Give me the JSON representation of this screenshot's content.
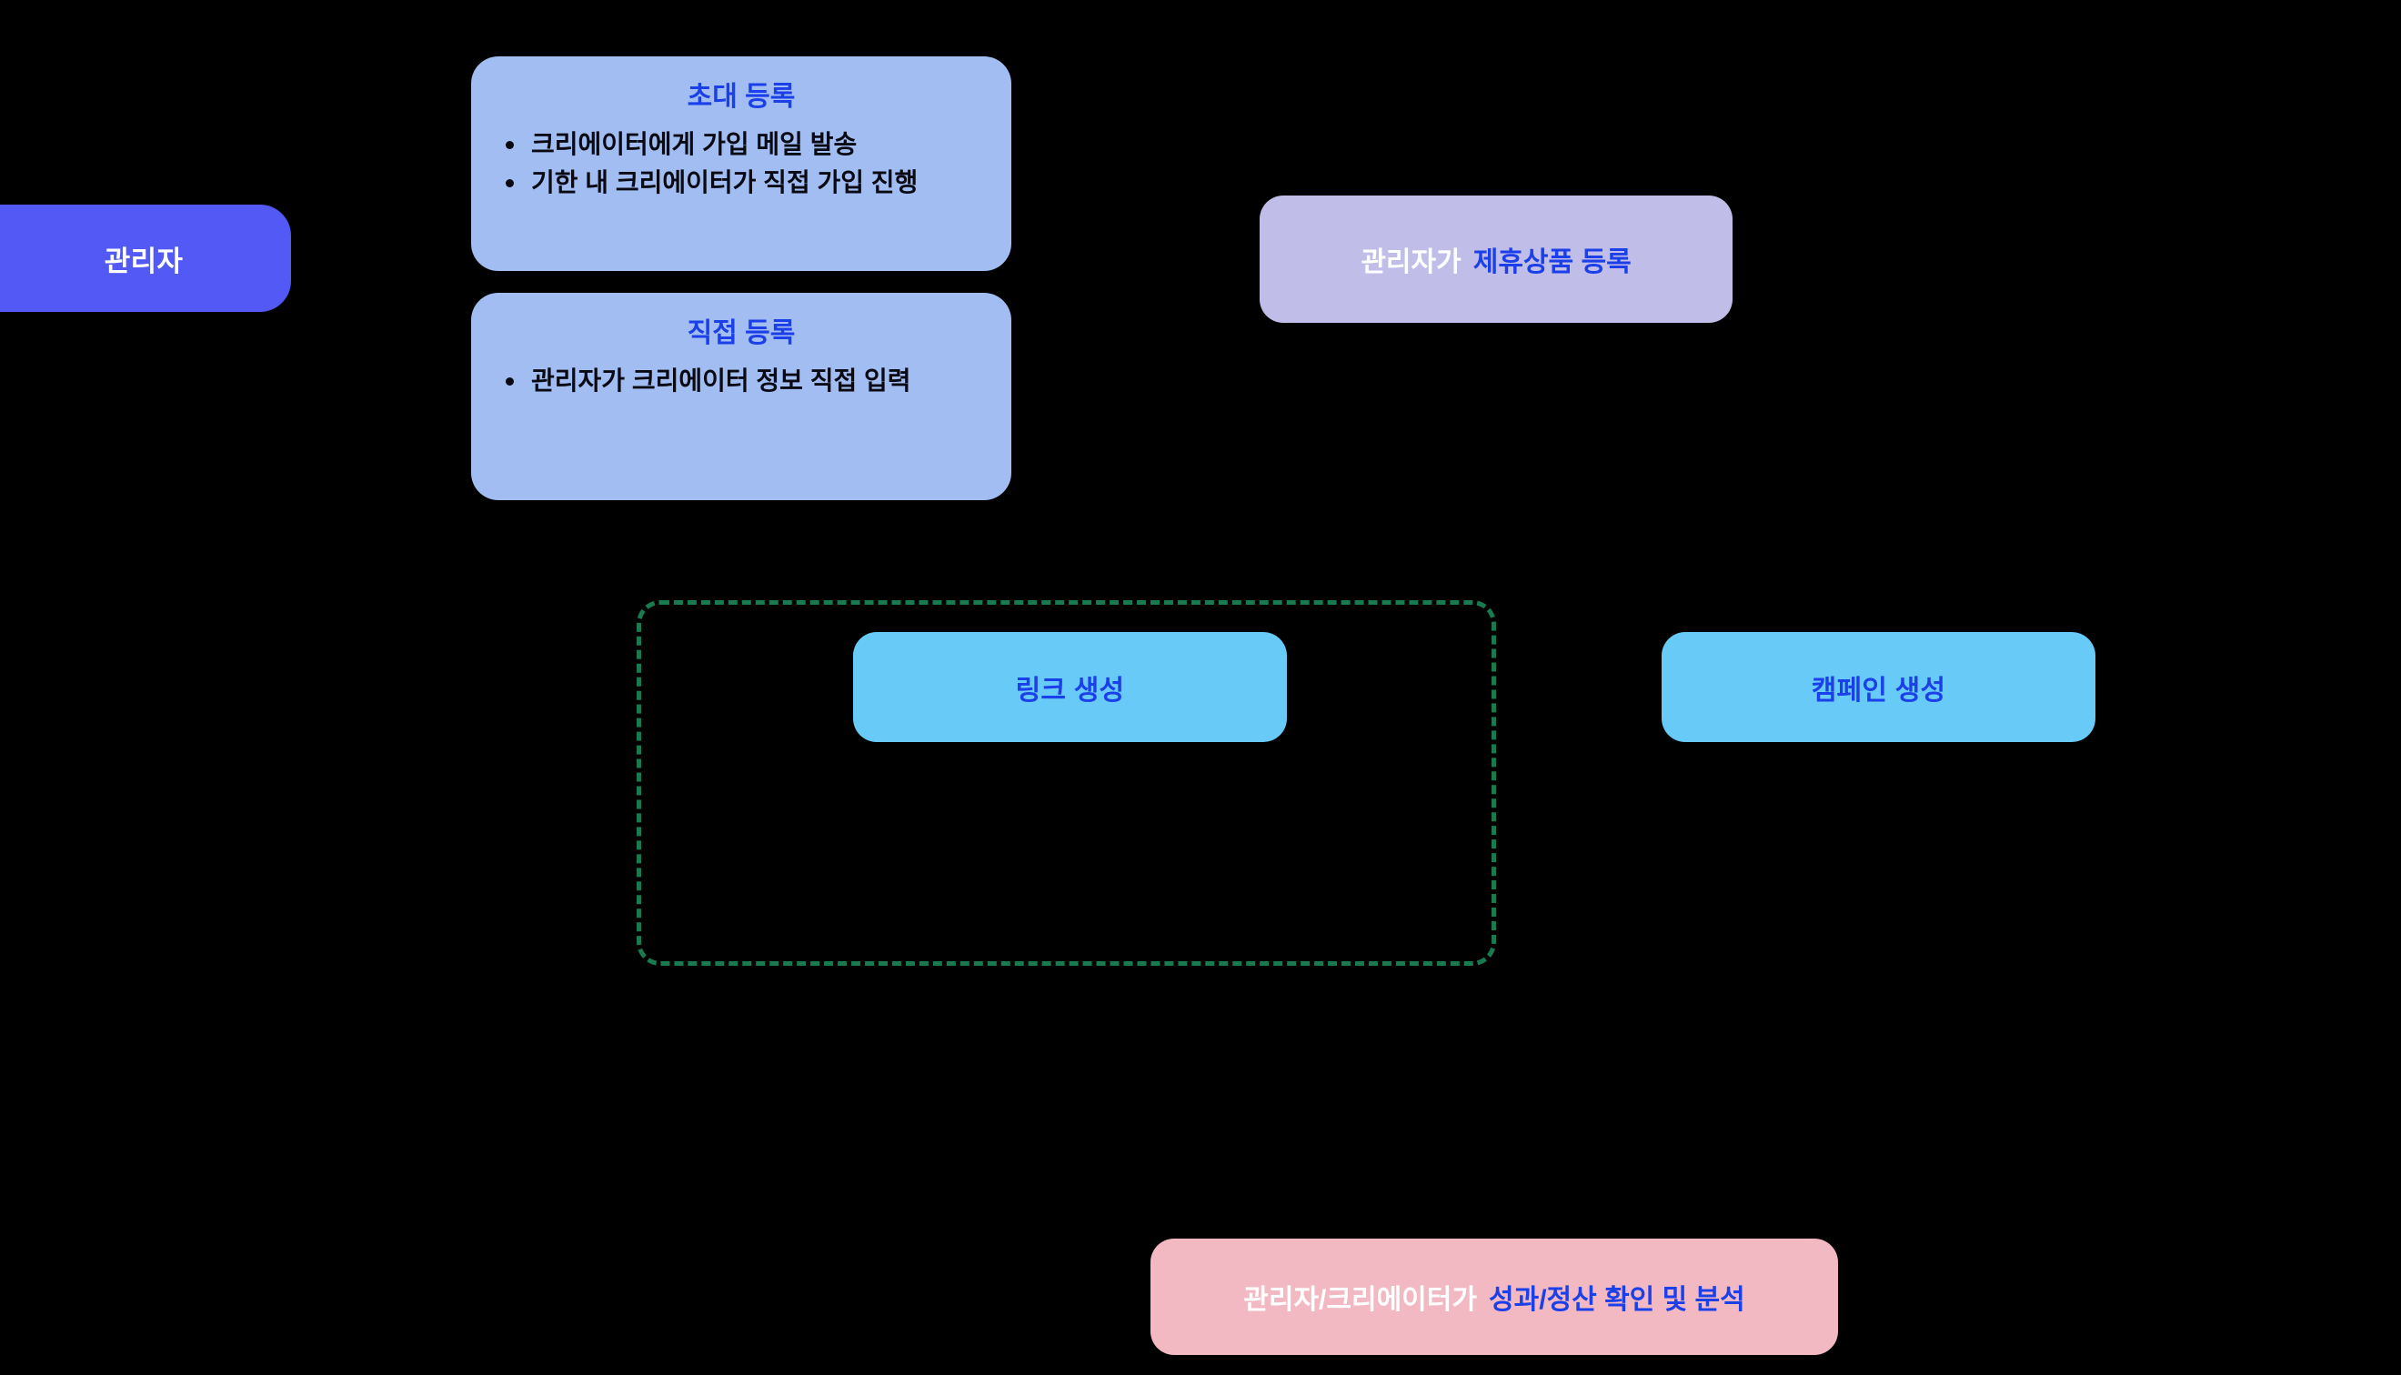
{
  "diagram": {
    "background_color": "#000000",
    "accent_blue": "#1B3FE8",
    "actor_pill_color": "#5359F5",
    "card_color": "#A2BDF1",
    "partner_color": "#C0BEE8",
    "cyan_color": "#68CBF7",
    "result_color": "#F3B9C2",
    "group_border_color": "#1A7A4F"
  },
  "actor": {
    "label": "관리자"
  },
  "cards": [
    {
      "title": "초대 등록",
      "items": [
        "크리에이터에게 가입 메일 발송",
        "기한 내 크리에이터가 직접 가입 진행"
      ]
    },
    {
      "title": "직접 등록",
      "items": [
        "관리자가 크리에이터 정보 직접 입력"
      ]
    }
  ],
  "partner_step": {
    "actor": "관리자가",
    "action": "제휴상품 등록"
  },
  "steps": [
    {
      "label": "링크 생성"
    },
    {
      "label": "캠페인 생성"
    }
  ],
  "result_step": {
    "actor": "관리자/크리에이터가",
    "action": "성과/정산 확인 및 분석"
  }
}
